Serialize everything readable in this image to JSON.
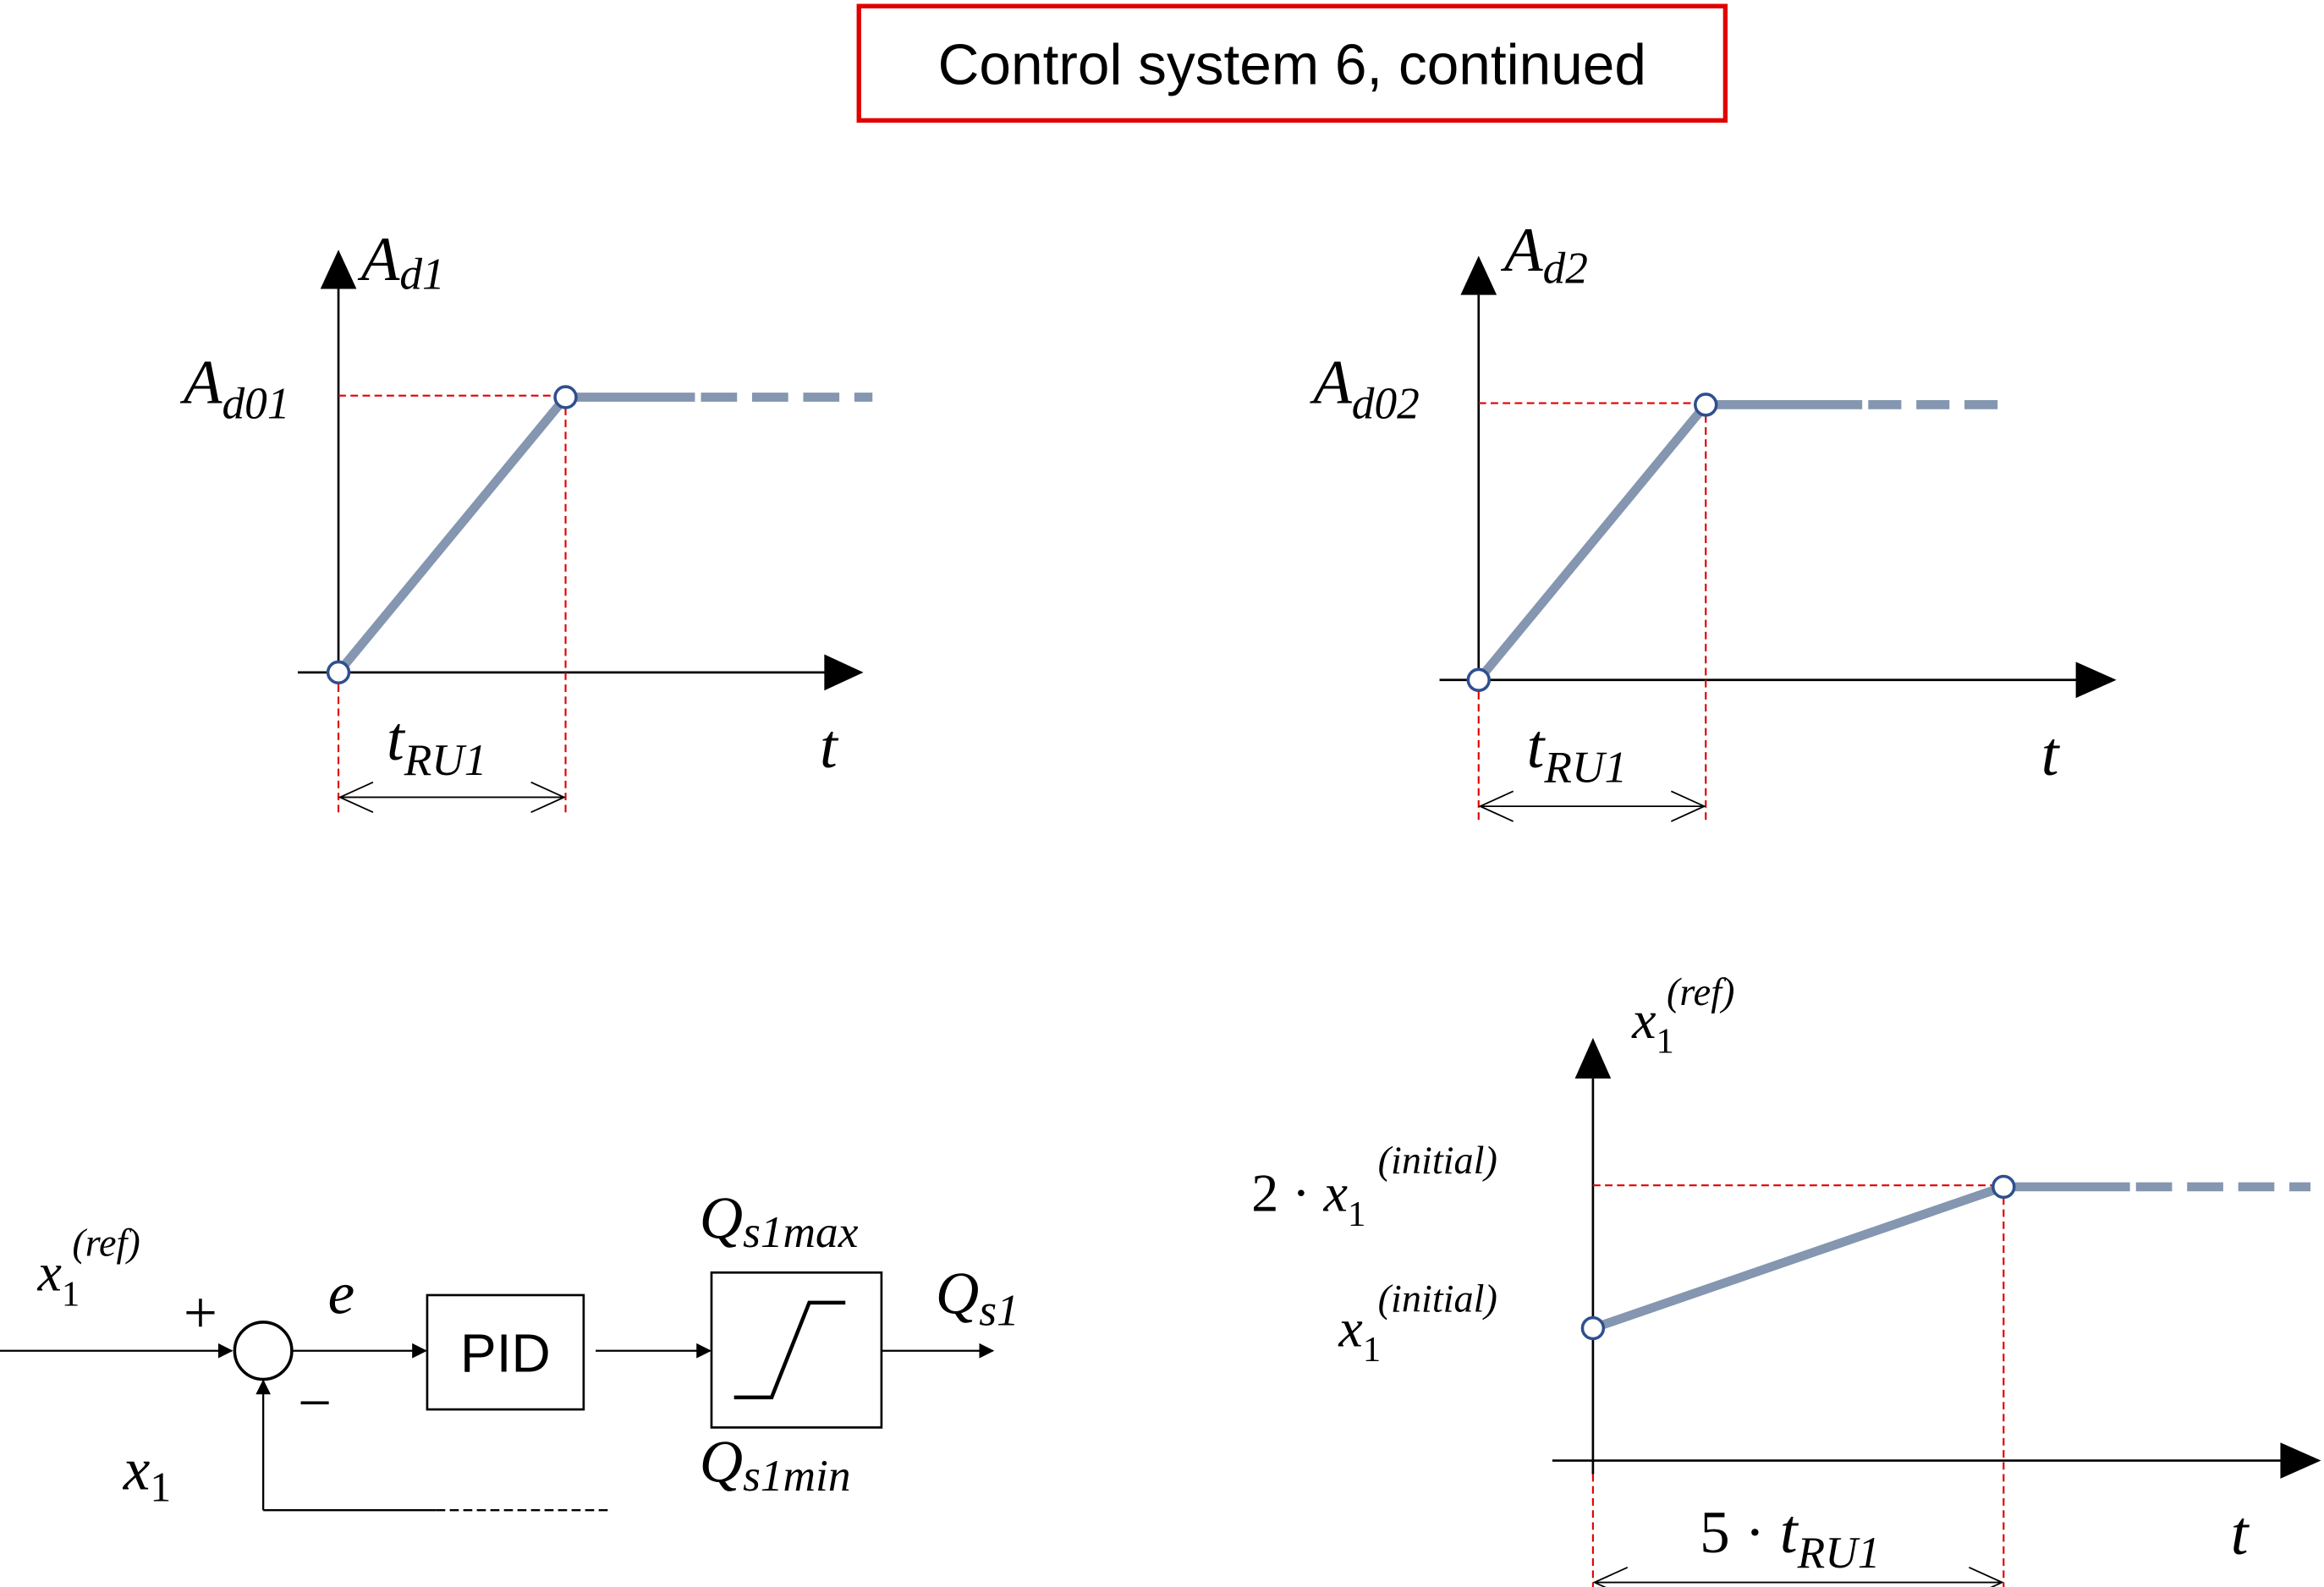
{
  "title": "Control system 6, continued",
  "colors": {
    "title_border": "#e00000",
    "curve": "#8496b0",
    "guide": "#e00000",
    "marker_stroke": "#2f4f8f",
    "ink": "#000000"
  },
  "graph1": {
    "y_label": {
      "base": "A",
      "sub": "d1"
    },
    "level_label": {
      "base": "A",
      "sub": "d01"
    },
    "x_label": "t",
    "span_label": {
      "base": "t",
      "sub": "RU1"
    }
  },
  "graph2": {
    "y_label": {
      "base": "A",
      "sub": "d2"
    },
    "level_label": {
      "base": "A",
      "sub": "d02"
    },
    "x_label": "t",
    "span_label": {
      "base": "t",
      "sub": "RU1"
    }
  },
  "graph3": {
    "y_label": {
      "base": "x",
      "sub": "1",
      "sup": "(ref)"
    },
    "high_label": {
      "prefix": "2 · ",
      "base": "x",
      "sub": "1",
      "sup": "(initial)"
    },
    "low_label": {
      "base": "x",
      "sub": "1",
      "sup": "(initial)"
    },
    "x_label": "t",
    "span_label": {
      "prefix": "5 · ",
      "base": "t",
      "sub": "RU1"
    }
  },
  "block_diagram": {
    "input_label": {
      "base": "x",
      "sub": "1",
      "sup": "(ref)"
    },
    "plus_sign": "+",
    "minus_sign": "−",
    "error_label": "e",
    "feedback_label": {
      "base": "x",
      "sub": "1"
    },
    "pid_label": "PID",
    "sat_max_label": {
      "base": "Q",
      "sub": "s1max"
    },
    "sat_min_label": {
      "base": "Q",
      "sub": "s1min"
    },
    "output_label": {
      "base": "Q",
      "sub": "s1"
    }
  }
}
